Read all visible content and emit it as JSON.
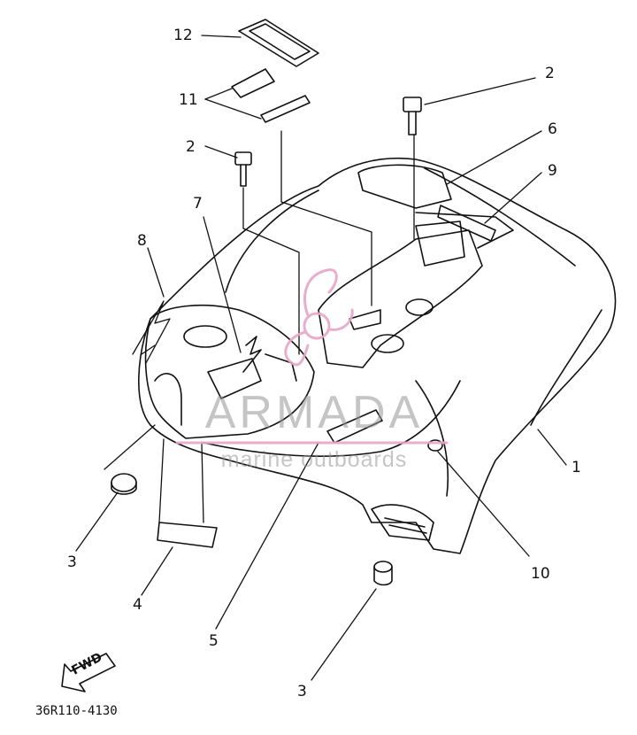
{
  "diagram": {
    "drawing_code": "36R110-4130",
    "fwd_label": "FWD",
    "callouts": {
      "c1": "1",
      "c2a": "2",
      "c2b": "2",
      "c3a": "3",
      "c3b": "3",
      "c4": "4",
      "c5": "5",
      "c6": "6",
      "c7": "7",
      "c8": "8",
      "c9": "9",
      "c10": "10",
      "c11": "11",
      "c12": "12"
    }
  },
  "watermark": {
    "brand": "ARMADA",
    "tagline": "marine outboards",
    "accent_color": "#e8a6c8"
  },
  "colors": {
    "ink": "#111111",
    "paper": "#ffffff"
  }
}
